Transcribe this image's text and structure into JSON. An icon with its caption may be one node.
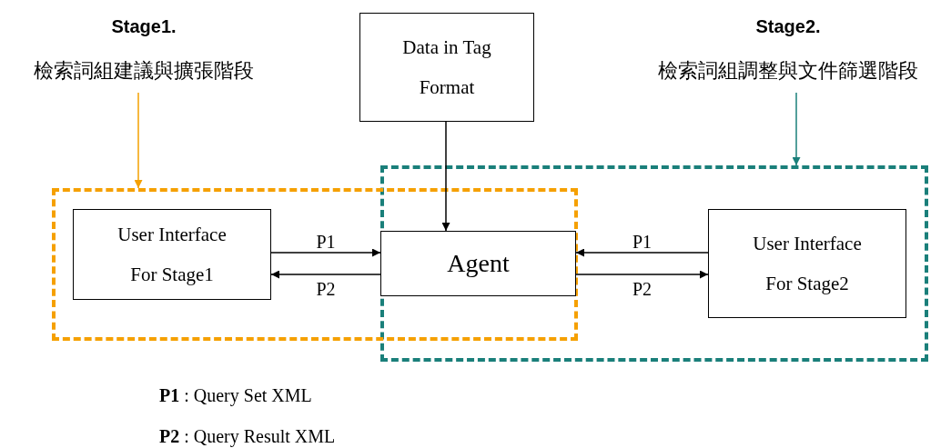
{
  "diagram": {
    "nodes": [
      {
        "text": [
          "Stage1.",
          "檢索詞組建議與擴張階段"
        ]
      },
      {
        "text": [
          "Stage2.",
          "檢索詞組調整與文件篩選階段"
        ]
      },
      {
        "text": [
          "Data in Tag Format"
        ]
      },
      {
        "text": [],
        "shape": "box"
      },
      {
        "text": [],
        "shape": "box"
      },
      {
        "text": [
          "User Interface For Stage1"
        ],
        "in": 3
      },
      {
        "text": [
          "Agent"
        ]
      },
      {
        "text": [
          "User Interface For Stage2"
        ],
        "in": 4
      }
    ],
    "edges": [
      {
        "from": 0,
        "to": 3,
        "arrow": "to",
        "color": "#f5a000"
      },
      {
        "from": 1,
        "to": 4,
        "arrow": "to",
        "color": "#1a7f7a"
      },
      {
        "from": 2,
        "to": 6,
        "arrow": "to"
      },
      {
        "from": 5,
        "to": 6,
        "arrow": "to",
        "label": "P1"
      },
      {
        "from": 6,
        "to": 5,
        "arrow": "to",
        "label": "P2"
      },
      {
        "from": 7,
        "to": 6,
        "arrow": "to",
        "label": "P1"
      },
      {
        "from": 6,
        "to": 7,
        "arrow": "to",
        "label": "P2"
      }
    ],
    "labels": [
      "**P1** : Query Set XML",
      "**P2** : Query Result XML"
    ]
  }
}
